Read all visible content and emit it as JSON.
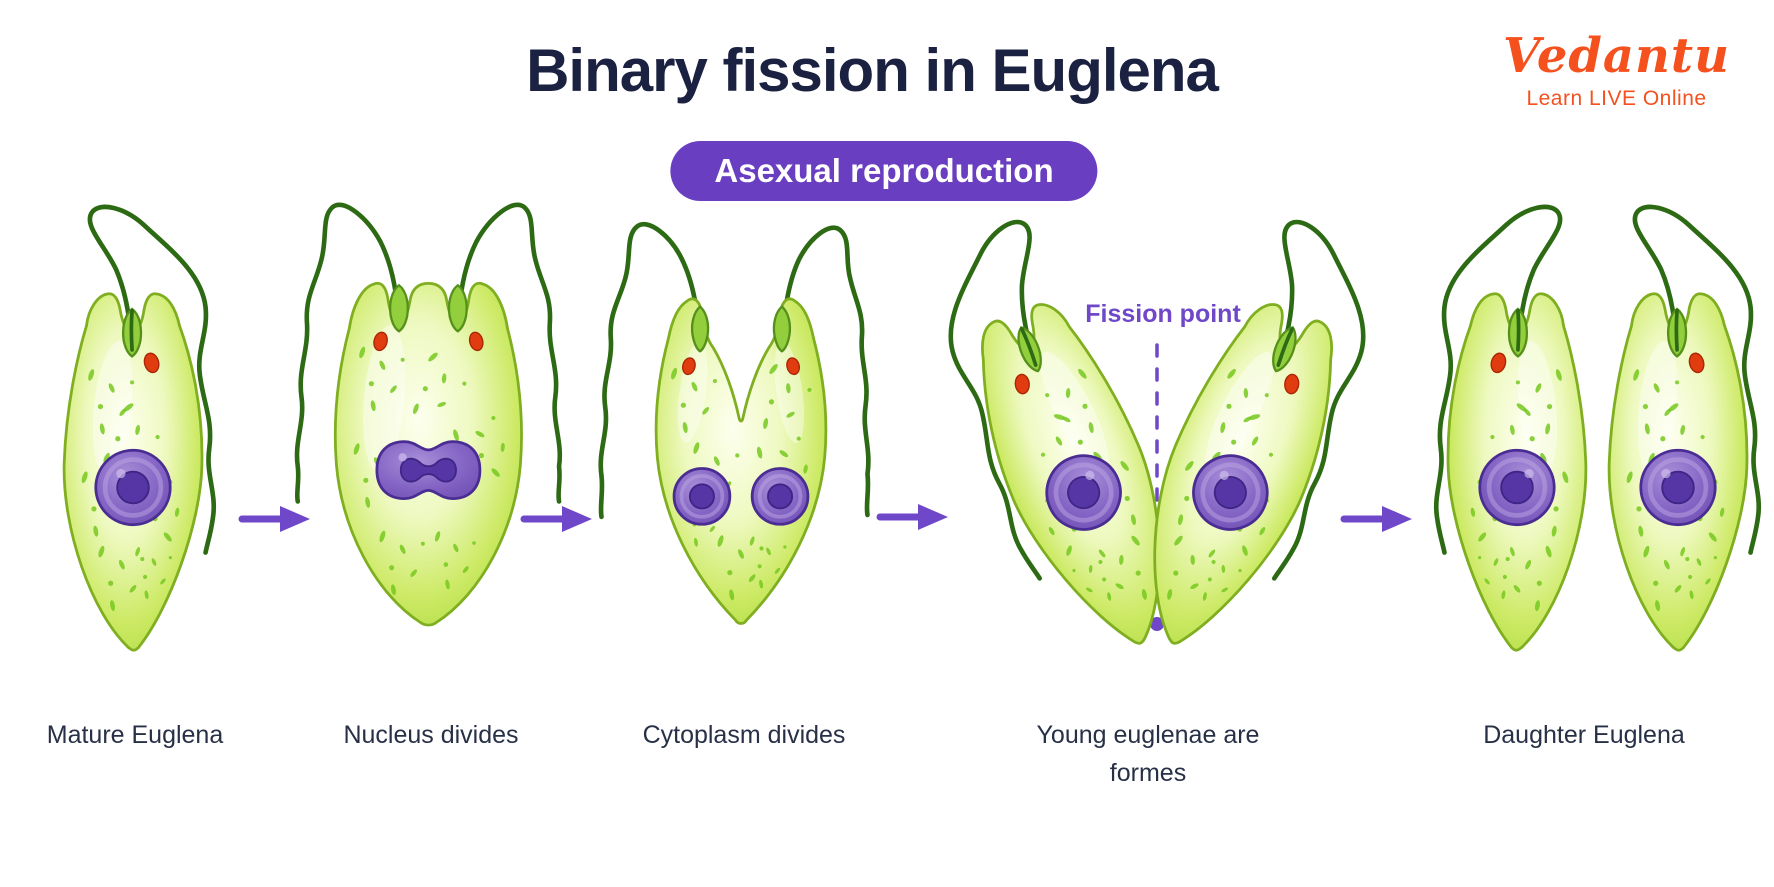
{
  "header": {
    "title": "Binary fission in Euglena",
    "subtitle": "Asexual reproduction"
  },
  "logo": {
    "name": "Vedantu",
    "tagline": "Learn LIVE Online"
  },
  "stages": [
    {
      "label": "Mature Euglena"
    },
    {
      "label": "Nucleus divides"
    },
    {
      "label": "Cytoplasm divides"
    },
    {
      "label": "Young euglenae are formes",
      "annotation": "Fission point"
    },
    {
      "label": "Daughter Euglena"
    }
  ],
  "colors": {
    "title_navy": "#1b2140",
    "pill_purple": "#6a3ec1",
    "accent_purple": "#6f47c9",
    "vedantu_orange": "#f4511e",
    "cell_green": "#a8d838",
    "cell_outline_green": "#7fae20",
    "flagellum_green": "#2d6a14",
    "nucleus_purple": "#8667c6",
    "eyespot_red": "#e13c10",
    "label_navy": "#273046"
  }
}
